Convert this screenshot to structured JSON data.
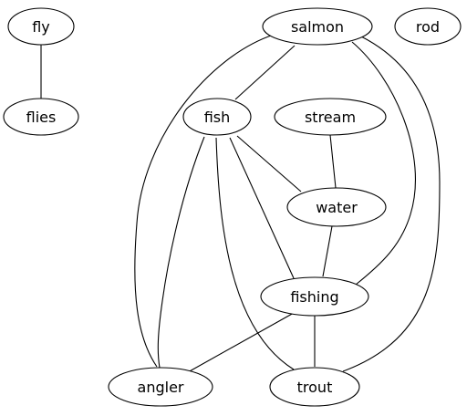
{
  "graph": {
    "nodes": [
      {
        "id": "fly",
        "label": "fly"
      },
      {
        "id": "flies",
        "label": "flies"
      },
      {
        "id": "salmon",
        "label": "salmon"
      },
      {
        "id": "rod",
        "label": "rod"
      },
      {
        "id": "fish",
        "label": "fish"
      },
      {
        "id": "stream",
        "label": "stream"
      },
      {
        "id": "water",
        "label": "water"
      },
      {
        "id": "fishing",
        "label": "fishing"
      },
      {
        "id": "angler",
        "label": "angler"
      },
      {
        "id": "trout",
        "label": "trout"
      }
    ],
    "edges": [
      {
        "from": "fly",
        "to": "flies"
      },
      {
        "from": "salmon",
        "to": "fish"
      },
      {
        "from": "salmon",
        "to": "angler"
      },
      {
        "from": "salmon",
        "to": "fishing"
      },
      {
        "from": "salmon",
        "to": "trout"
      },
      {
        "from": "fish",
        "to": "water"
      },
      {
        "from": "fish",
        "to": "fishing"
      },
      {
        "from": "fish",
        "to": "angler"
      },
      {
        "from": "fish",
        "to": "trout"
      },
      {
        "from": "stream",
        "to": "water"
      },
      {
        "from": "water",
        "to": "fishing"
      },
      {
        "from": "fishing",
        "to": "angler"
      },
      {
        "from": "fishing",
        "to": "trout"
      }
    ]
  }
}
